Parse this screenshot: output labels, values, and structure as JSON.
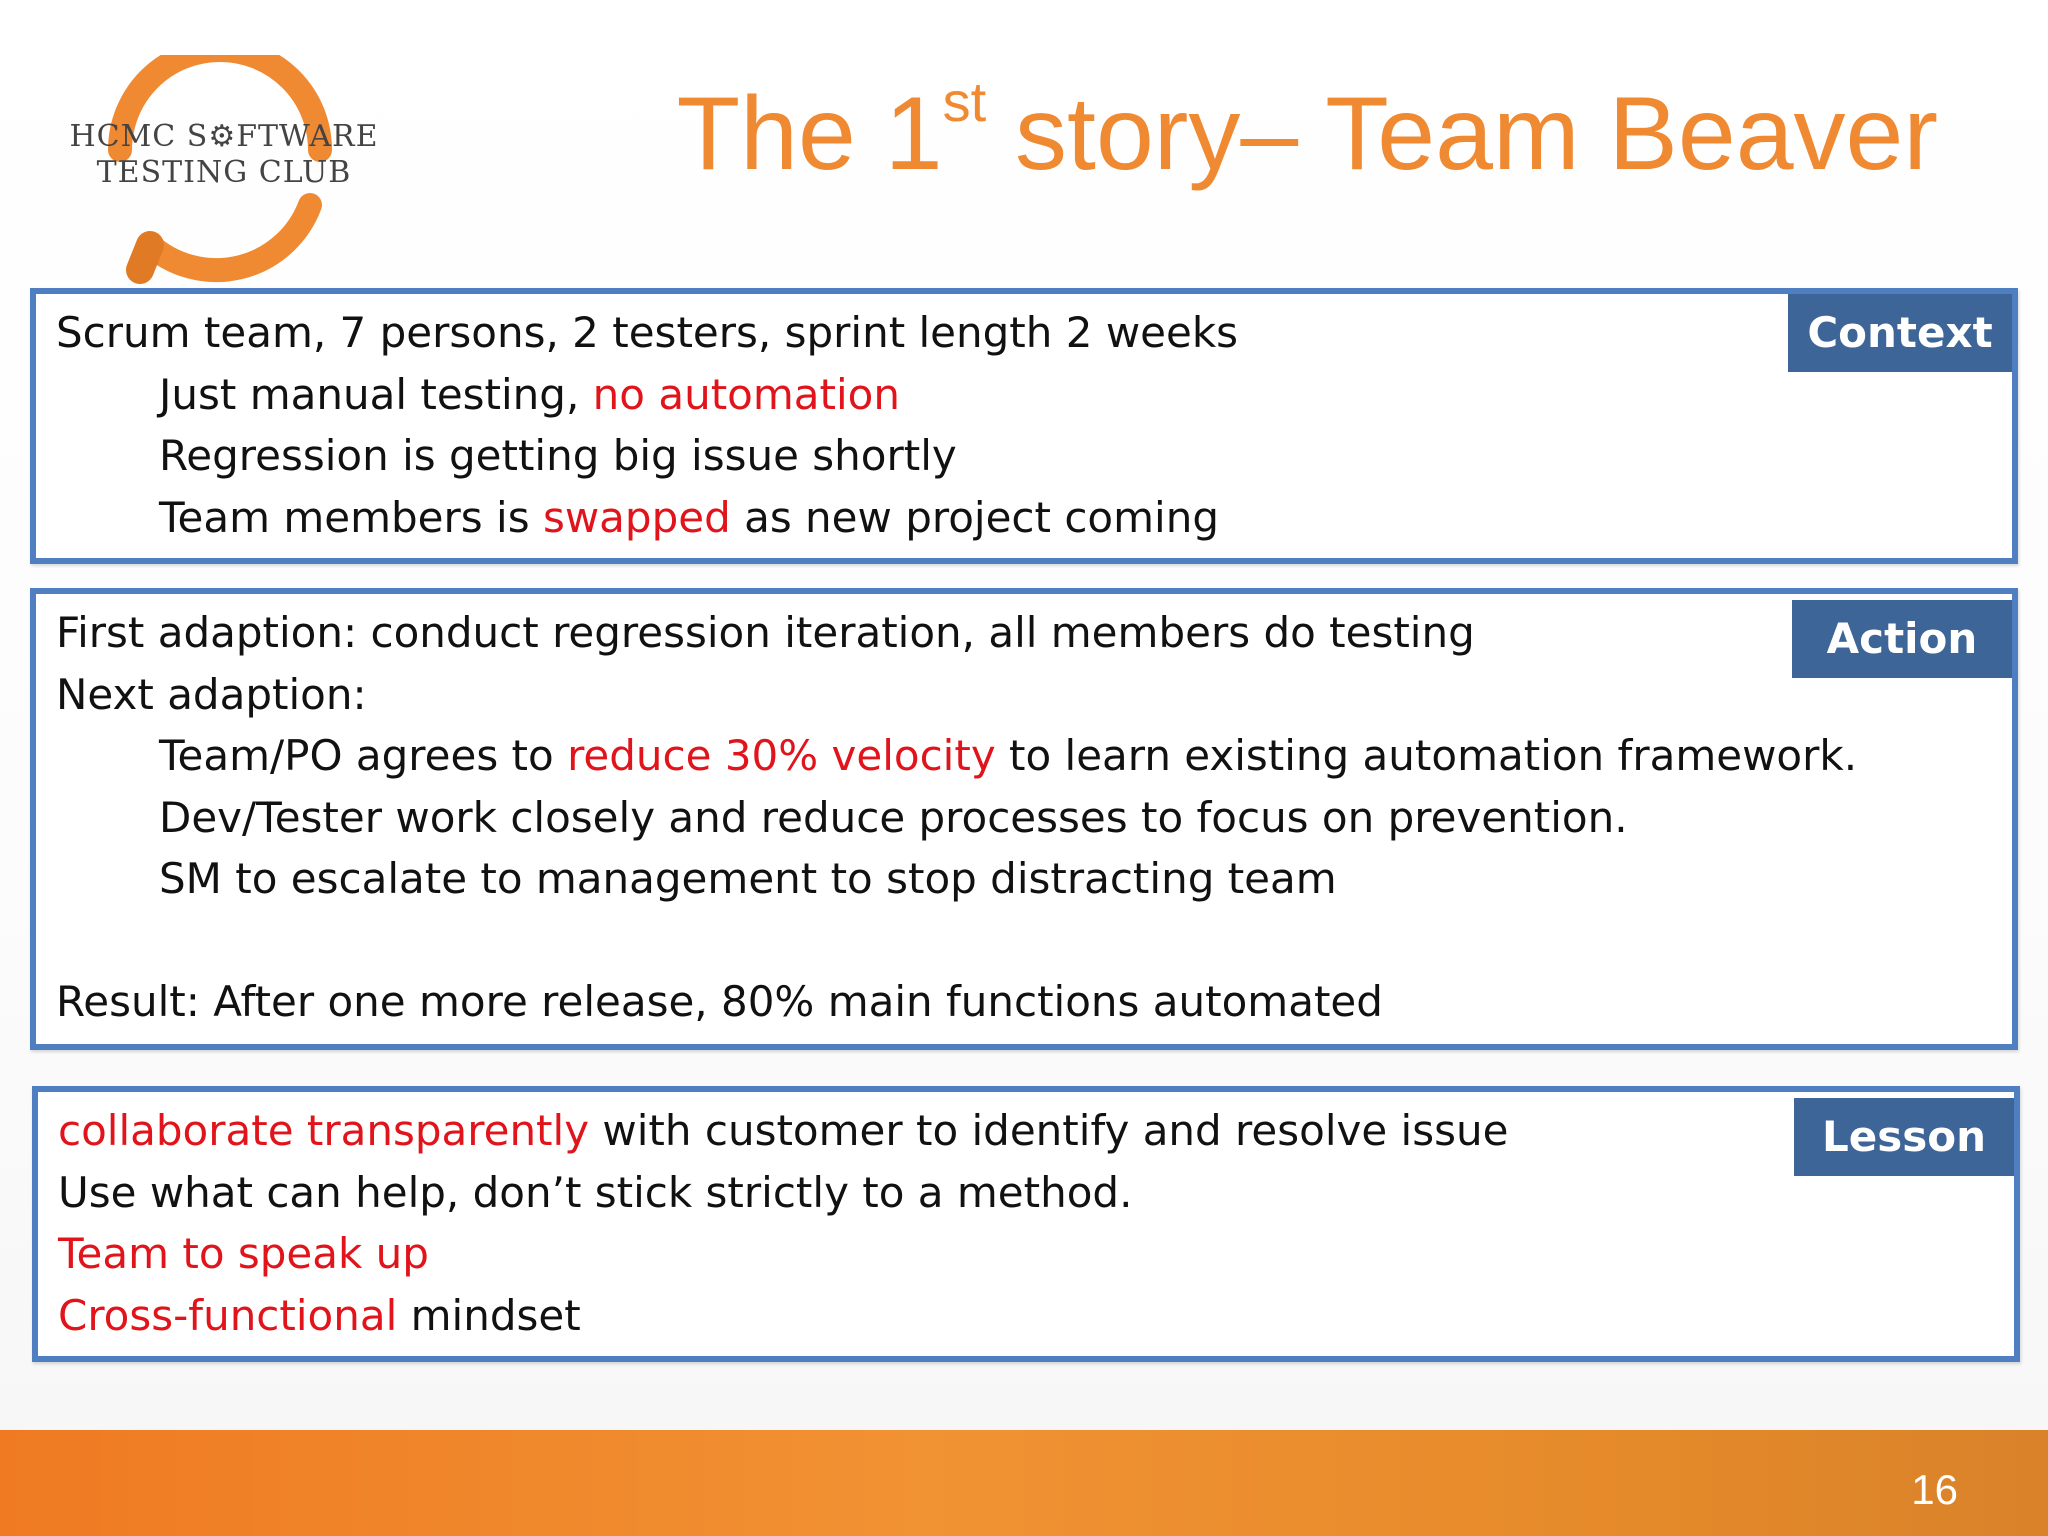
{
  "logo": {
    "line1": "HCMC S⚙FTWARE",
    "line2": "TESTING CLUB"
  },
  "title": {
    "pre": "The 1",
    "sup": "st",
    "post": " story– Team Beaver"
  },
  "context": {
    "tag": "Context",
    "line1": "Scrum team, 7 persons, 2 testers, sprint length 2 weeks",
    "line2_a": "Just manual testing, ",
    "line2_red": "no automation",
    "line3": "Regression is getting big issue shortly",
    "line4_a": "Team members is ",
    "line4_red": "swapped",
    "line4_b": " as new project coming"
  },
  "action": {
    "tag": "Action",
    "line1": "First adaption: conduct regression iteration, all members do testing",
    "line2": "Next adaption:",
    "line3_a": "Team/PO agrees to ",
    "line3_red": "reduce 30% velocity",
    "line3_b": " to learn existing automation framework.",
    "line4": "Dev/Tester work closely and reduce processes to focus on prevention.",
    "line5": "SM to escalate to management to stop distracting team",
    "line6": "Result: After one more release, 80% main functions automated"
  },
  "lesson": {
    "tag": "Lesson",
    "line1_red": "collaborate transparently",
    "line1_b": " with customer to identify and resolve issue",
    "line2": "Use what can help, don’t stick strictly to a method.",
    "line3_red": "Team to speak up",
    "line4_red": "Cross-functional",
    "line4_b": " mindset"
  },
  "footer": {
    "page_number": "16"
  },
  "colors": {
    "accent_orange": "#ef8a32",
    "box_border": "#4f7fc0",
    "tag_bg": "#3e6597",
    "highlight_red": "#e1141b"
  }
}
